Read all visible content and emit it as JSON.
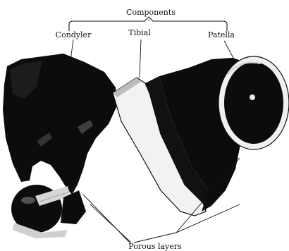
{
  "figure": {
    "group_label": "Components",
    "labels": {
      "condyler": "Condyler",
      "tibial": "Tibial",
      "patella": "Patella",
      "porous": "Porous layers"
    }
  },
  "colors": {
    "ink": "#111111",
    "metal_dark": "#0c0c0c",
    "plastic_light": "#f2f2f2",
    "background": "#ffffff"
  }
}
